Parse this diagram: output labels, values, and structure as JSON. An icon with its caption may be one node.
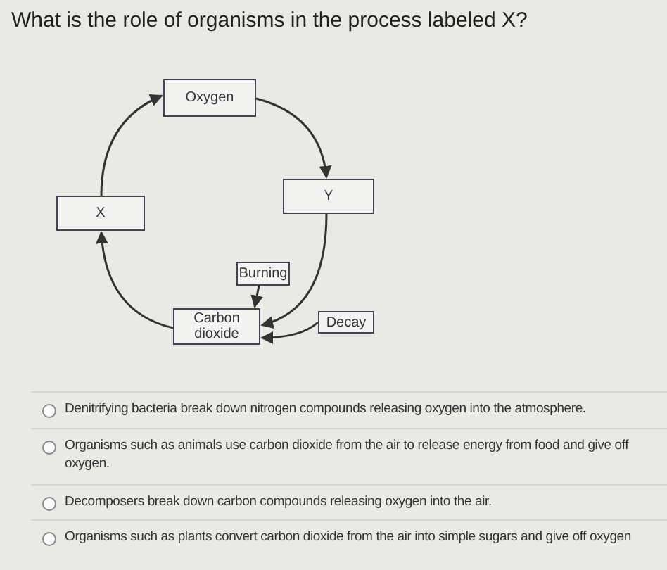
{
  "diagram": {
    "title": "What is the role of organisms in the process labeled X?",
    "nodes": [
      {
        "text": [
          "Oxygen"
        ]
      },
      {
        "text": [
          "Y"
        ]
      },
      {
        "text": [
          "X"
        ]
      },
      {
        "text": [
          "Burning"
        ]
      },
      {
        "text": [
          "Carbon dioxide"
        ]
      },
      {
        "text": [
          "Decay"
        ]
      }
    ],
    "edges": [
      {
        "from": 0,
        "to": 1,
        "arrow": "to"
      },
      {
        "from": 1,
        "to": 4,
        "arrow": "to"
      },
      {
        "from": 4,
        "to": 2,
        "arrow": "to"
      },
      {
        "from": 2,
        "to": 0,
        "arrow": "to"
      },
      {
        "from": 3,
        "to": 4,
        "arrow": "to"
      },
      {
        "from": 5,
        "to": 4,
        "arrow": "to"
      }
    ],
    "labels": [
      "Denitrifying bacteria break down nitrogen compounds releasing oxygen into the atmosphere.",
      "Organisms such as animals use carbon dioxide from the air to release energy from food and give off oxygen.",
      "Decomposers break down carbon compounds releasing oxygen into the air.",
      "Organisms such as plants convert carbon dioxide from the air into simple sugars and give off oxygen"
    ]
  }
}
